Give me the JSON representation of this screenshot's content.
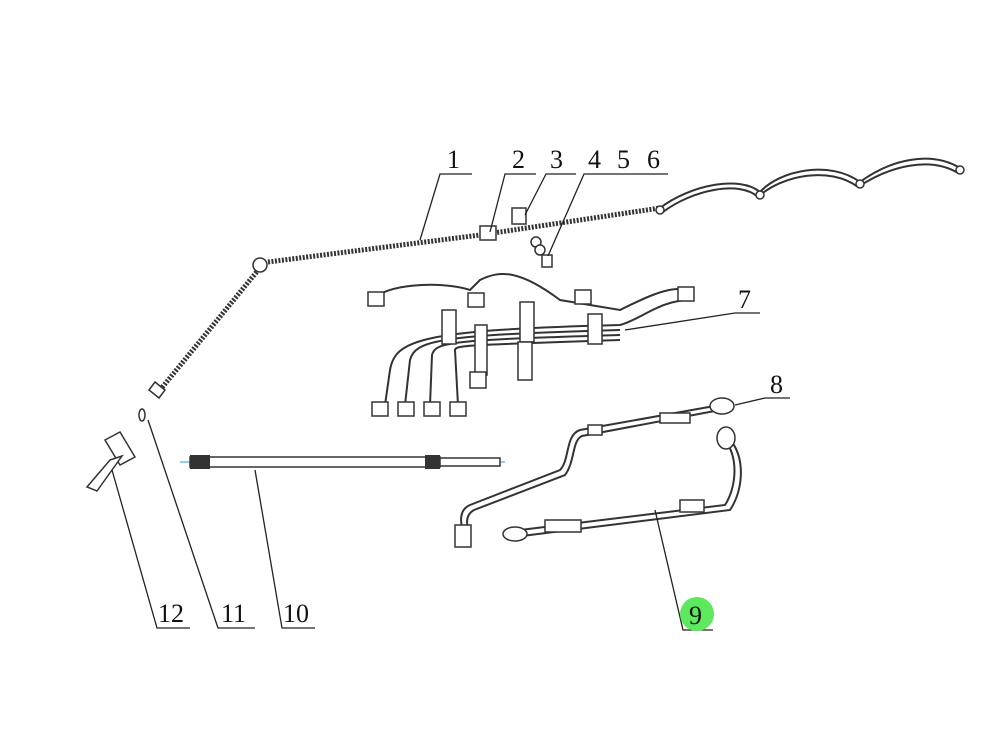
{
  "diagram": {
    "callouts": [
      "1",
      "2",
      "3",
      "4",
      "5",
      "6",
      "7",
      "8",
      "9",
      "10",
      "11",
      "12"
    ],
    "highlight_color": "#5ee85e",
    "highlighted_callout": "9"
  }
}
